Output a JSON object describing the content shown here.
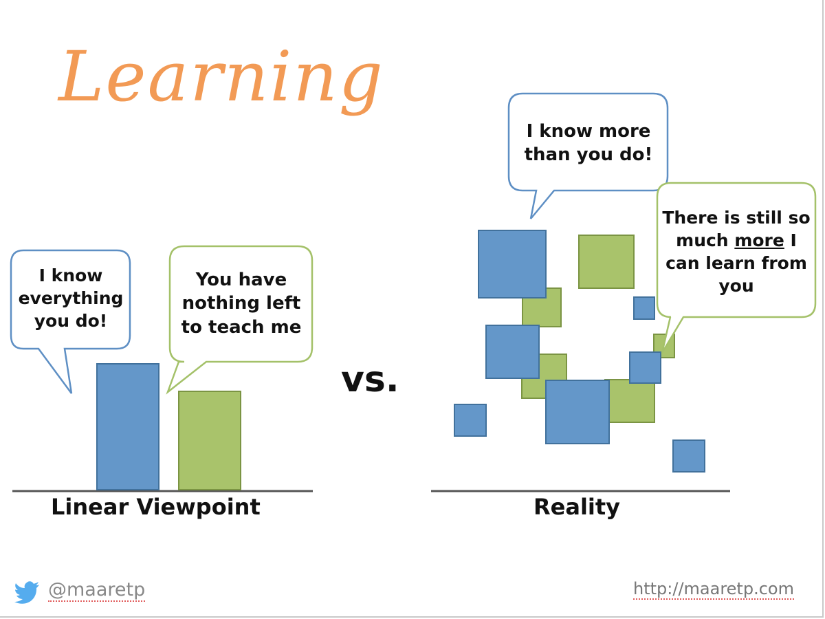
{
  "title": "Learning",
  "vs_label": "vs.",
  "left": {
    "caption": "Linear Viewpoint",
    "bubble_blue": [
      "I know",
      "everything",
      "you do!"
    ],
    "bubble_green": [
      "You have",
      "nothing left",
      "to teach me"
    ]
  },
  "right": {
    "caption": "Reality",
    "bubble_blue": [
      "I know more",
      "than you do!"
    ],
    "bubble_green": {
      "line1": "There is still so",
      "line2_before": "much ",
      "line2_underlined": "more",
      "line2_after": " I",
      "line3": "can learn from",
      "line4": "you"
    }
  },
  "footer": {
    "twitter_handle": "@maaretp",
    "url": "http://maaretp.com"
  },
  "colors": {
    "title": "#f29a55",
    "blue_fill": "#6497c9",
    "blue_stroke": "#41719c",
    "green_fill": "#a9c36b",
    "green_stroke": "#7b9443",
    "bubble_blue_stroke": "#5e8fc4",
    "bubble_green_stroke": "#a4c169",
    "twitter": "#55acee"
  }
}
